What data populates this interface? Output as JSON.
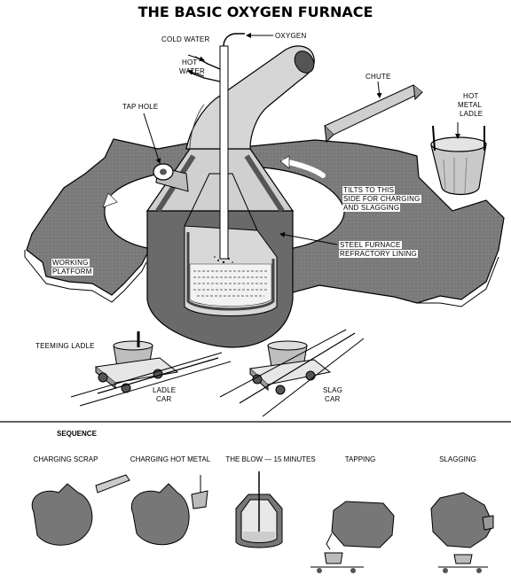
{
  "title": "THE BASIC OXYGEN FURNACE",
  "labels": {
    "oxygen": "OXYGEN",
    "cold_water": "COLD WATER",
    "hot_water_1": "HOT",
    "hot_water_2": "WATER",
    "tap_hole": "TAP HOLE",
    "chute": "CHUTE",
    "hot_metal_ladle_1": "HOT",
    "hot_metal_ladle_2": "METAL",
    "hot_metal_ladle_3": "LADLE",
    "tilts_1": "TILTS TO THIS",
    "tilts_2": "SIDE FOR CHARGING",
    "tilts_3": "AND SLAGGING",
    "steel_furnace_1": "STEEL FURNACE",
    "steel_furnace_2": "REFRACTORY LINING",
    "working_platform_1": "WORKING",
    "working_platform_2": "PLATFORM",
    "teeming_ladle": "TEEMING LADLE",
    "ladle_car_1": "LADLE",
    "ladle_car_2": "CAR",
    "slag_car_1": "SLAG",
    "slag_car_2": "CAR"
  },
  "sequence": {
    "heading": "SEQUENCE",
    "steps": [
      "CHARGING SCRAP",
      "CHARGING HOT METAL",
      "THE BLOW — 15 MINUTES",
      "TAPPING",
      "SLAGGING"
    ]
  },
  "colors": {
    "platform": "#7a7a7a",
    "furnace_shell": "#6e6e6e",
    "light_gray": "#b8b8b8",
    "ink": "#000000"
  }
}
